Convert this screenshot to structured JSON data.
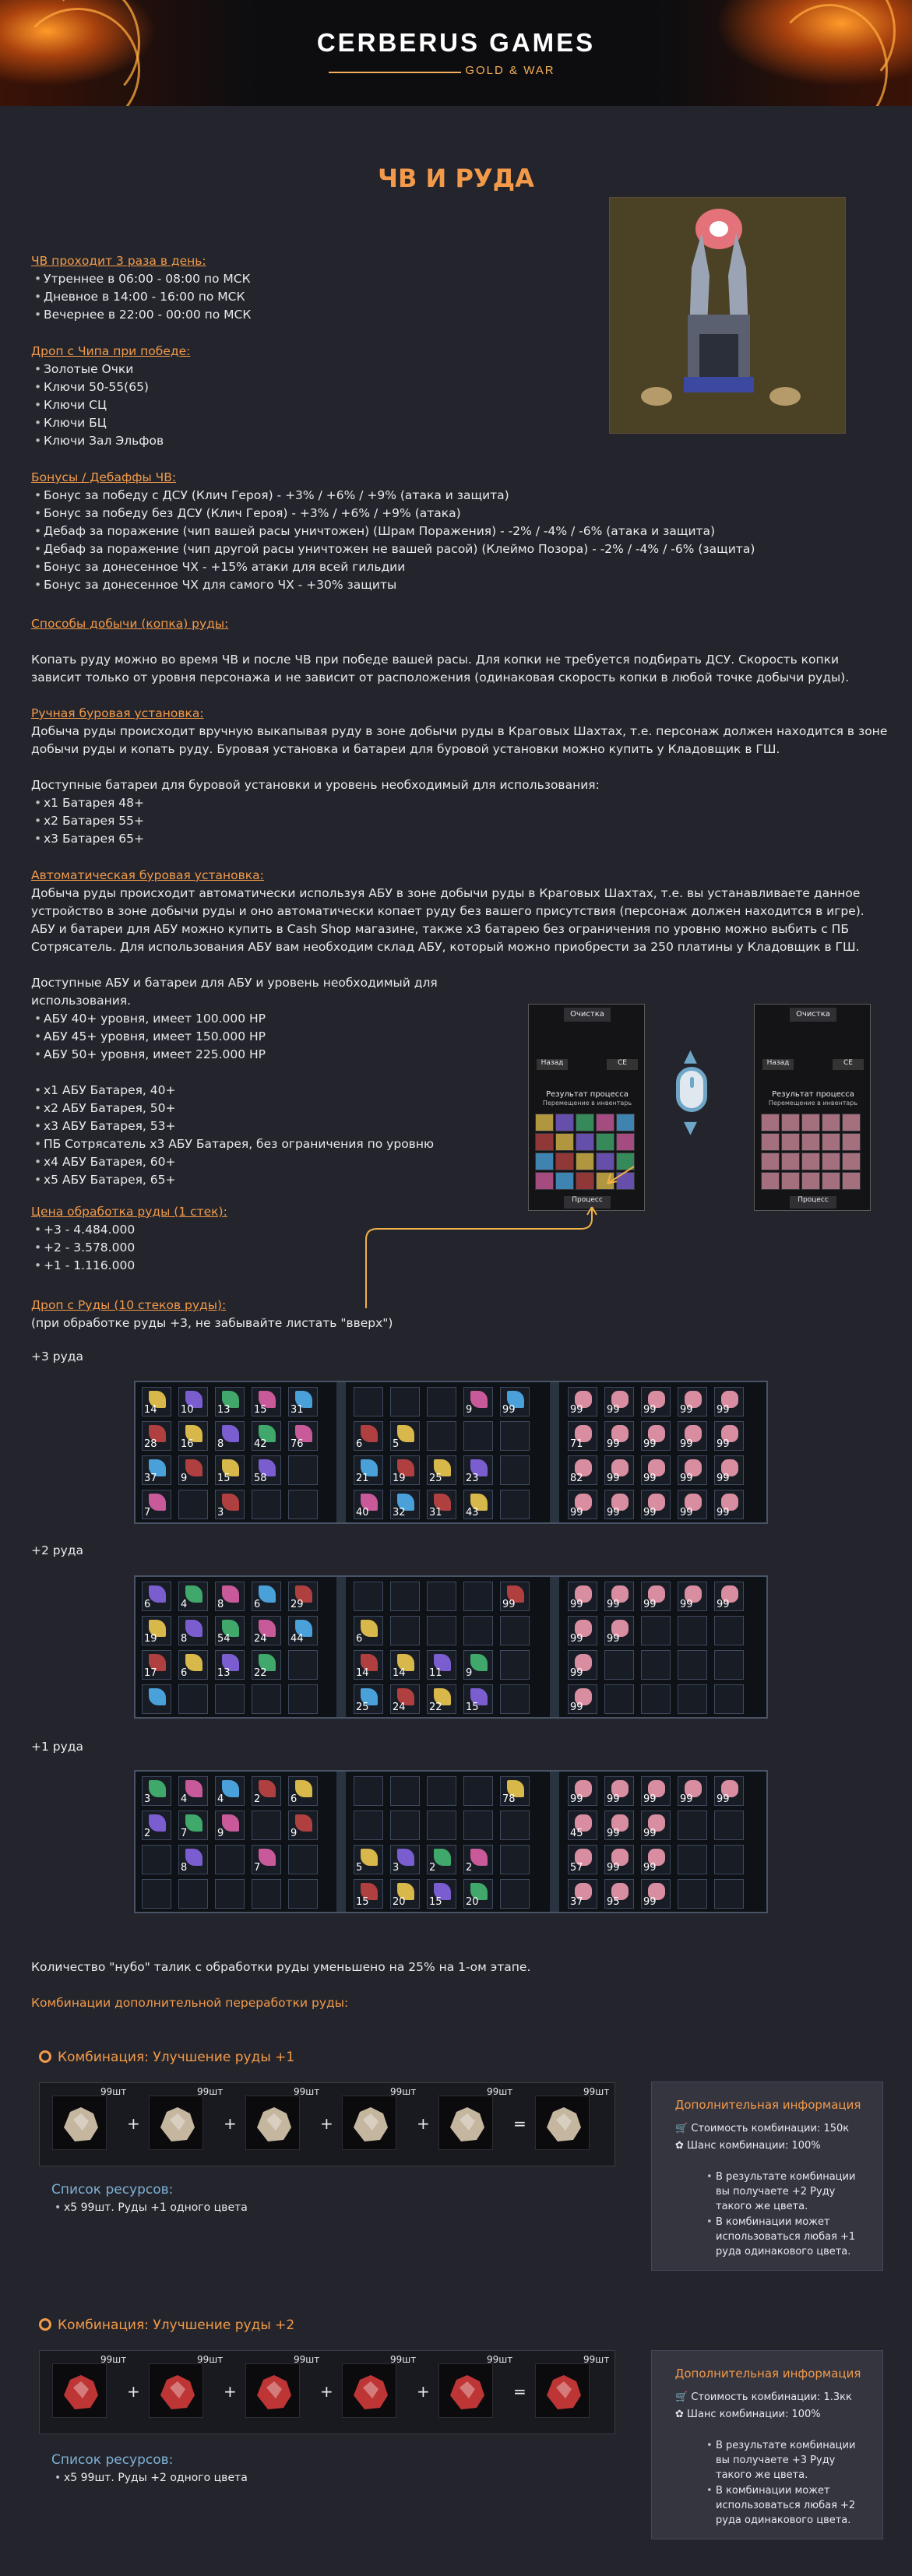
{
  "header": {
    "brand": "CERBERUS GAMES",
    "tagline": "GOLD & WAR"
  },
  "page_title": "ЧВ И РУДА",
  "schedule": {
    "heading": "ЧВ проходит 3 раза в день:",
    "items": [
      "Утреннее в 06:00 - 08:00 по МСК",
      "Дневное в 14:00 - 16:00 по МСК",
      "Вечернее в 22:00 - 00:00 по МСК"
    ]
  },
  "drop_chip": {
    "heading": "Дроп с Чипа при победе:",
    "items": [
      "Золотые Очки",
      "Ключи 50-55(65)",
      "Ключи СЦ",
      "Ключи БЦ",
      "Ключи Зал Эльфов"
    ]
  },
  "bonuses": {
    "heading": "Бонусы / Дебаффы ЧВ:",
    "items": [
      "Бонус за победу с ДСУ (Клич Героя) - +3% / +6% / +9% (атака и защита)",
      "Бонус за победу без ДСУ (Клич Героя) - +3% / +6% / +9% (атака)",
      "Дебаф за поражение (чип вашей расы уничтожен) (Шрам Поражения) - -2% / -4% / -6% (атака и защита)",
      "Дебаф за поражение (чип другой расы уничтожен не вашей расой) (Клеймо Позора) - -2% / -4% / -6% (защита)",
      "Бонус за донесенное ЧХ - +15% атаки для всей гильдии",
      "Бонус за донесенное ЧХ для самого ЧХ - +30% защиты"
    ]
  },
  "mining": {
    "heading": "Способы добычи (копка) руды:",
    "text": "Копать руду можно во время ЧВ и после ЧВ при победе вашей расы. Для копки не требуется подбирать ДСУ. Скорость копки зависит только от уровня персонажа и не зависит от расположения (одинаковая скорость копки в любой точке добычи руды)."
  },
  "manual": {
    "heading": "Ручная буровая установка:",
    "text": "Добыча руды происходит вручную выкапывая руду в зоне добычи руды в Краговых Шахтах, т.е. персонаж должен находится в зоне добычи руды и копать руду. Буровая установка и батареи для буровой установки можно купить у Кладовщик в ГШ.",
    "batteries_heading": "Доступные батареи для буровой установки и уровень необходимый для использования:",
    "batteries": [
      "x1 Батарея 48+",
      "x2 Батарея 55+",
      "x3 Батарея 65+"
    ]
  },
  "auto": {
    "heading": "Автоматическая буровая установка:",
    "text": "Добыча руды происходит автоматически используя АБУ в зоне добычи руды в Краговых Шахтах, т.е. вы устанавливаете данное устройство в зоне добычи руды и оно автоматически копает руду без вашего присутствия (персонаж должен находится в игре). АБУ и батареи для АБУ можно купить в Cash Shop магазине, также х3 батарею без ограничения по уровню можно выбить с ПБ Сотрясатель. Для использования АБУ вам необходим склад АБУ, который можно приобрести за 250 платины у Кладовщик в ГШ.",
    "units_heading": "Доступные АБУ и батареи для АБУ и уровень необходимый для использования.",
    "units": [
      "АБУ 40+ уровня, имеет 100.000 HP",
      "АБУ 45+ уровня, имеет 150.000 HP",
      "АБУ 50+ уровня, имеет 225.000 HP"
    ],
    "batteries": [
      "x1 АБУ Батарея, 40+",
      "x2 АБУ Батарея, 50+",
      "x3 АБУ Батарея, 53+",
      "ПБ Сотрясатель х3 АБУ Батарея, без ограничения по уровню",
      "x4 АБУ Батарея, 60+",
      "x5 АБУ Батарея, 65+"
    ]
  },
  "price": {
    "heading": "Цена обработка руды (1 стек):",
    "items": [
      "+3 - 4.484.000",
      "+2 - 3.578.000",
      "+1 - 1.116.000"
    ]
  },
  "ore_drop": {
    "heading": "Дроп с Руды (10 стеков руды):",
    "note": "(при обработке руды +3, не забывайте листать \"вверх\")",
    "labels": [
      "+3 руда",
      "+2 руда",
      "+1 руда"
    ]
  },
  "inventory_panel": {
    "tab": "Очистка",
    "btn_left": "Назад",
    "btn_right": "СЕ",
    "result": "Результат процесса",
    "moved": "Перемещение в инвентарь",
    "footer": "Процесс"
  },
  "grids": [
    {
      "left": [
        "14",
        "10",
        "13",
        "15",
        "31",
        "28",
        "16",
        "8",
        "42",
        "76",
        "37",
        "9",
        "15",
        "58",
        "",
        "7",
        "",
        "3",
        "",
        ""
      ],
      "mid": [
        "",
        "",
        "",
        "9",
        "99",
        "6",
        "5",
        "",
        "",
        "",
        "21",
        "19",
        "25",
        "23",
        "",
        "40",
        "32",
        "31",
        "43",
        ""
      ],
      "right": [
        "99",
        "99",
        "99",
        "99",
        "99",
        "71",
        "99",
        "99",
        "99",
        "99",
        "82",
        "99",
        "99",
        "99",
        "99",
        "99",
        "99",
        "99",
        "99",
        "99"
      ]
    },
    {
      "left": [
        "6",
        "4",
        "8",
        "6",
        "29",
        "19",
        "8",
        "54",
        "24",
        "44",
        "17",
        "6",
        "13",
        "22",
        "",
        " ",
        "",
        "",
        "",
        ""
      ],
      "mid": [
        "",
        "",
        "",
        "",
        "99",
        "6",
        "",
        "",
        "",
        "",
        "14",
        "14",
        "11",
        "9",
        "",
        "25",
        "24",
        "22",
        "15",
        ""
      ],
      "right": [
        "99",
        "99",
        "99",
        "99",
        "99",
        "99",
        "99",
        "",
        "",
        "",
        "99",
        "",
        "",
        "",
        "",
        "99",
        "",
        "",
        "",
        ""
      ]
    },
    {
      "left": [
        "3",
        "4",
        "4",
        "2",
        "6",
        "2",
        "7",
        "9",
        "",
        "9",
        "",
        "8",
        "",
        "7",
        "",
        "",
        "",
        "",
        "",
        ""
      ],
      "mid": [
        "",
        "",
        "",
        "",
        "78",
        "",
        "",
        "",
        "",
        "",
        "5",
        "3",
        "2",
        "2",
        "",
        "15",
        "20",
        "15",
        "20",
        ""
      ],
      "right": [
        "99",
        "99",
        "99",
        "99",
        "99",
        "45",
        "99",
        "99",
        "",
        "",
        "57",
        "99",
        "99",
        "",
        "",
        "37",
        "95",
        "99",
        "",
        ""
      ]
    }
  ],
  "nubo_note": "Количество \"нубо\" талик с обработки руды уменьшено на 25% на 1-ом этапе.",
  "combos_heading": "Комбинации дополнительной переработки руды:",
  "combos": [
    {
      "title": "Комбинация: Улучшение руды +1",
      "count": "99шт",
      "resources_heading": "Список ресурсов:",
      "resources": [
        "x5 99шт. Руды +1 одного цвета"
      ],
      "info_title": "Дополнительная информация",
      "cost": "Стоимость комбинации: 150к",
      "chance": "Шанс комбинации: 100%",
      "notes": [
        "В результате комбинации вы получаете +2 Руду такого же цвета.",
        "В комбинации может использоваться любая +1 руда одинакового цвета."
      ]
    },
    {
      "title": "Комбинация: Улучшение руды +2",
      "count": "99шт",
      "resources_heading": "Список ресурсов:",
      "resources": [
        "x5 99шт. Руды +2 одного цвета"
      ],
      "info_title": "Дополнительная информация",
      "cost": "Стоимость комбинации: 1.3кк",
      "chance": "Шанс комбинации: 100%",
      "notes": [
        "В результате комбинации вы получаете +3 Руду такого же цвета.",
        "В комбинации может использоваться любая +2 руда одинакового цвета."
      ]
    }
  ],
  "symbols": {
    "plus": "+",
    "equals": "="
  },
  "colors": {
    "accent": "#f29a4a",
    "link": "#7fb0d6",
    "bg": "#24252c"
  }
}
